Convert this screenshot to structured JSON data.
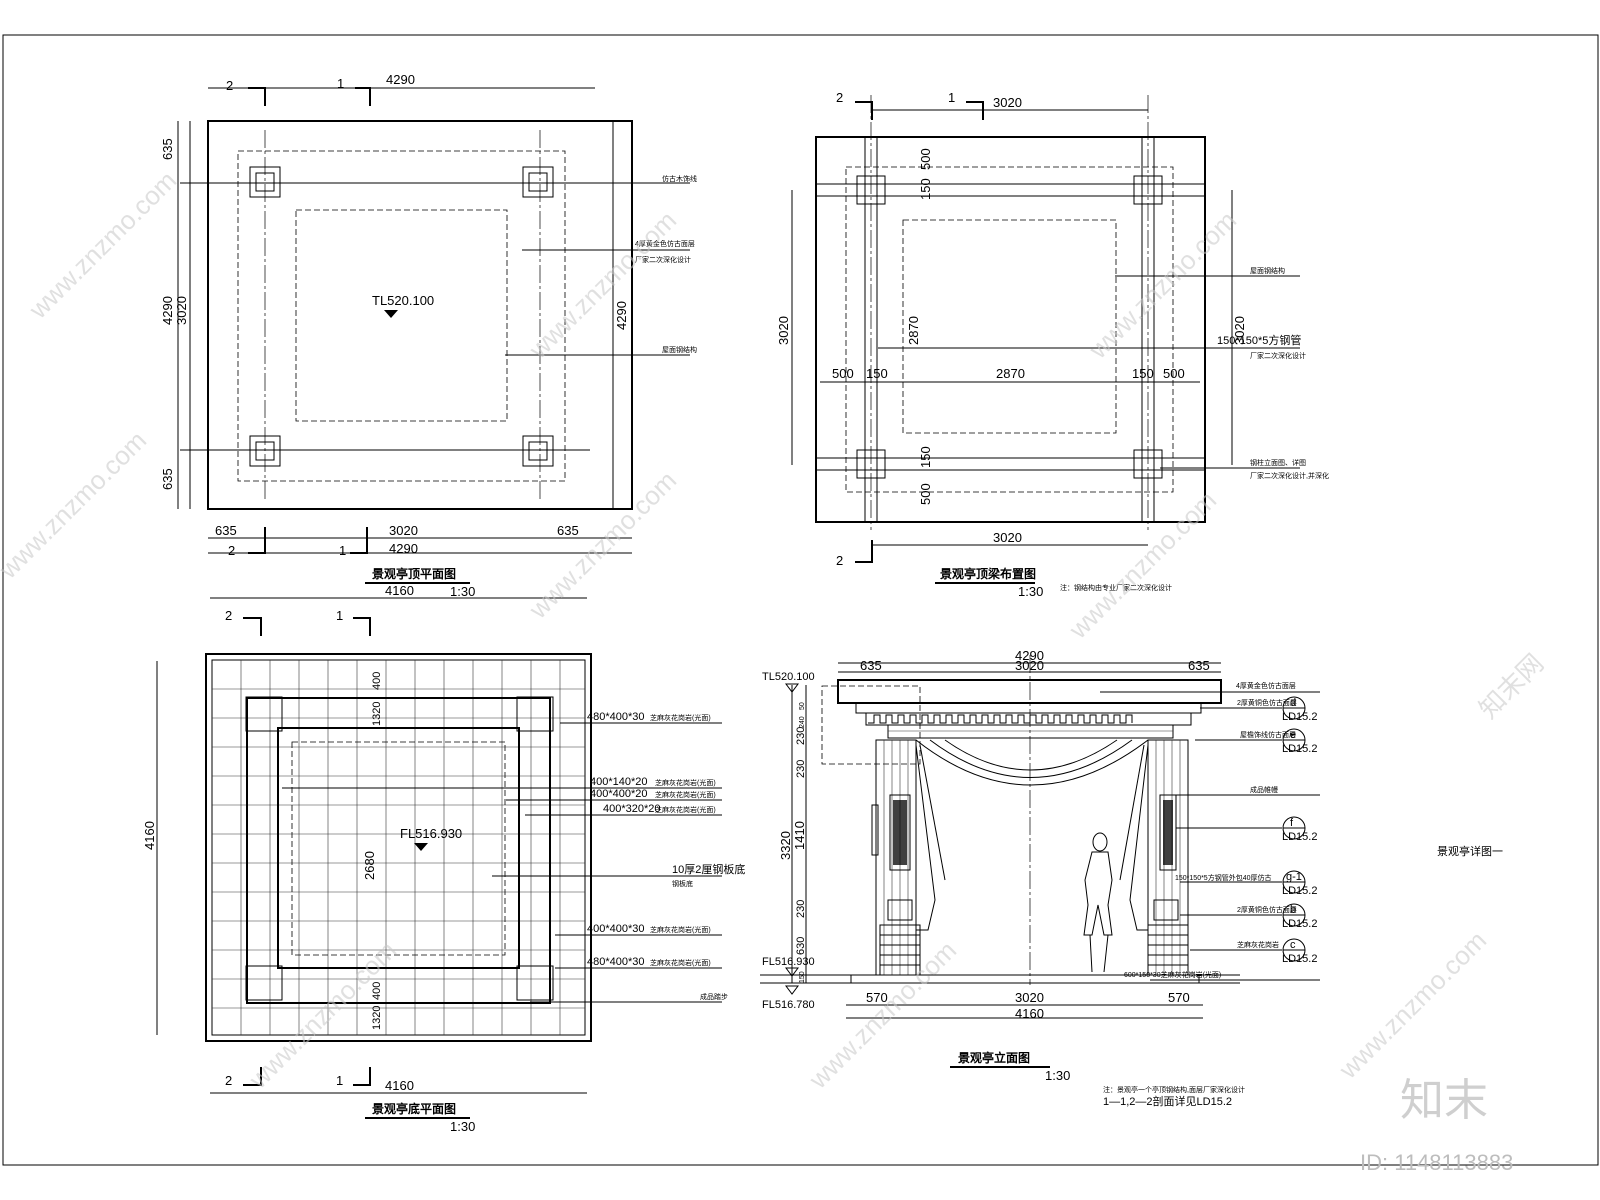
{
  "watermark": {
    "site": "www.znzmo.com",
    "brand": "知末网",
    "logo": "知末",
    "id": "ID: 1148113883"
  },
  "drawings": {
    "roof_plan": {
      "title": "景观亭顶平面图",
      "scale": "1:30",
      "level": "TL520.100",
      "dims": {
        "overall": "4290",
        "side": "635",
        "middle": "3020"
      },
      "sections": [
        "2",
        "1"
      ],
      "notes": [
        "仿古木饰线",
        "4厚黄金色仿古面层",
        "厂家二次深化设计",
        "屋面钢结构"
      ]
    },
    "frame_plan": {
      "title": "景观亭顶梁布置图",
      "scale": "1:30",
      "dims": {
        "top": "3020",
        "bottom": "3020",
        "side": "3020",
        "inner": "2870",
        "overhang": "500",
        "beam": "150"
      },
      "sections": [
        "2",
        "1"
      ],
      "notes": [
        "屋面钢结构",
        "150*150*5方钢管",
        "厂家二次深化设计",
        "钢柱立面图、详图",
        "厂家二次深化设计,并深化"
      ],
      "footnote": "注：钢结构由专业厂家二次深化设计"
    },
    "floor_plan": {
      "title": "景观亭底平面图",
      "scale": "1:30",
      "level": "FL516.930",
      "dims": {
        "overall": "4160",
        "inner": "2680",
        "edge_top": "400",
        "edge_top2": "1320",
        "edge_bot": "400",
        "edge_bot2": "1320"
      },
      "sections": [
        "2",
        "1"
      ],
      "callouts": [
        "480*400*30",
        "400*140*20",
        "400*400*20",
        "400*320*20",
        "10厚2厘钢板底",
        "400*400*30",
        "480*400*30"
      ],
      "notes": [
        "芝麻灰花岗岩(光面)",
        "芝麻灰花岗岩(光面)",
        "芝麻灰花岗岩(光面)",
        "芝麻灰花岗岩(光面)",
        "钢板底",
        "芝麻灰花岗岩(光面)",
        "芝麻灰花岗岩(光面)",
        "成品踏步"
      ]
    },
    "elevation": {
      "title": "景观亭立面图",
      "scale": "1:30",
      "levels": [
        "TL520.100",
        "FL516.930",
        "FL516.780"
      ],
      "dims_top": {
        "overall": "4290",
        "side": "635",
        "middle": "3020"
      },
      "dims_bottom": {
        "overall": "4160",
        "side": "570",
        "middle": "3020"
      },
      "dims_left": [
        "50",
        "240",
        "230",
        "230",
        "3320",
        "1410",
        "230",
        "630",
        "150"
      ],
      "callouts": [
        {
          "mark": "d",
          "sheet": "LD15.2",
          "text": "2厚黄铜色仿古面层"
        },
        {
          "mark": "e",
          "sheet": "LD15.2",
          "text": "屋檐饰线仿古面层"
        },
        {
          "mark": "f",
          "sheet": "LD15.2",
          "text": "成品帷幔"
        },
        {
          "mark": "g-1",
          "sheet": "LD15.2",
          "text": "150*150*5方钢管外包40厚仿古"
        },
        {
          "mark": "b",
          "sheet": "LD15.2",
          "text": "2厚黄铜色仿古面层"
        },
        {
          "mark": "c",
          "sheet": "LD15.2",
          "text": "芝麻灰花岗岩"
        }
      ],
      "top_note": "4厚黄金色仿古面层",
      "base_note": "600*150*30芝麻灰花岗岩(光面)",
      "footnotes": [
        "注：景观亭一个亭顶钢结构,面层厂家深化设计",
        "1—1,2—2剖面详见LD15.2"
      ]
    }
  },
  "sheet_label": "景观亭详图一"
}
